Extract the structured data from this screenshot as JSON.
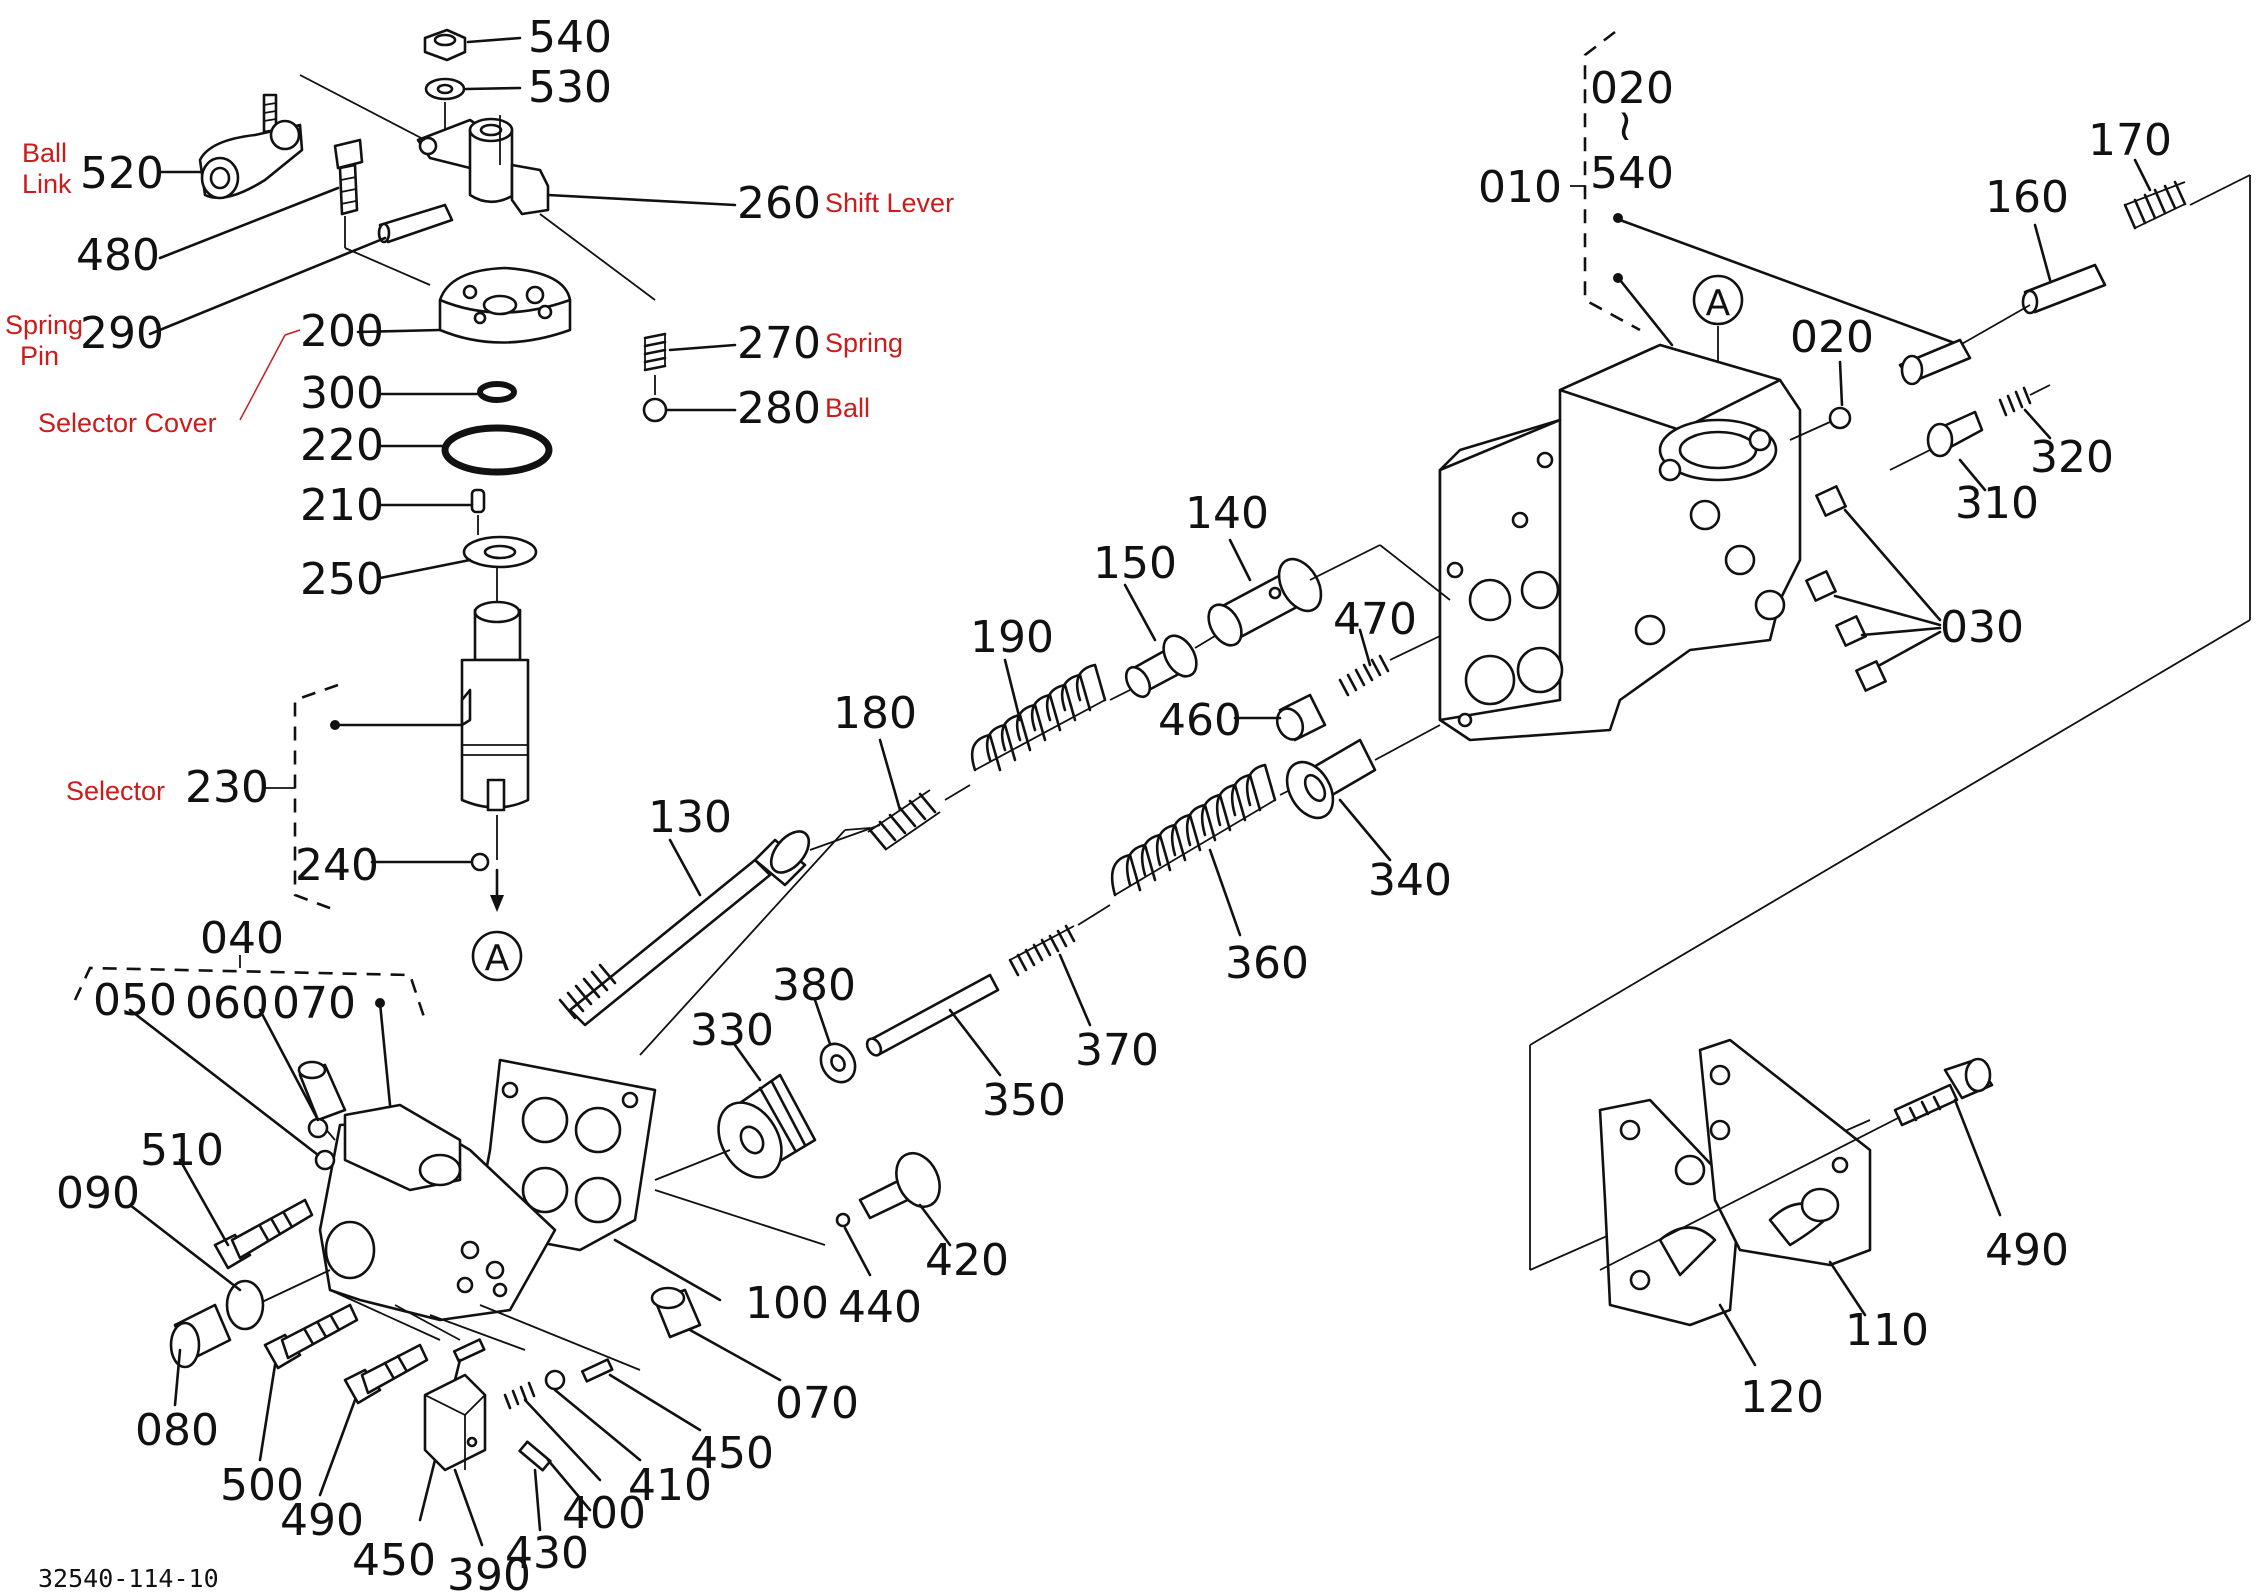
{
  "drawing_code": "32540-114-10",
  "part_numbers": {
    "p540": "540",
    "p530": "530",
    "p520": "520",
    "p480": "480",
    "p290": "290",
    "p260": "260",
    "p200": "200",
    "p270": "270",
    "p280": "280",
    "p300": "300",
    "p220": "220",
    "p210": "210",
    "p250": "250",
    "p230": "230",
    "p240": "240",
    "p010": "010",
    "p020_top": "020",
    "p540_right": "540",
    "p170": "170",
    "p160": "160",
    "p020": "020",
    "p320": "320",
    "p310": "310",
    "p030": "030",
    "p140": "140",
    "p150": "150",
    "p470": "470",
    "p190": "190",
    "p460": "460",
    "p180": "180",
    "p130": "130",
    "p340": "340",
    "p360": "360",
    "p380": "380",
    "p330": "330",
    "p370": "370",
    "p350": "350",
    "p040": "040",
    "p050": "050",
    "p060": "060",
    "p070_top": "070",
    "p510": "510",
    "p090": "090",
    "p080": "080",
    "p500": "500",
    "p490_left": "490",
    "p450_a": "450",
    "p390": "390",
    "p430": "430",
    "p400": "400",
    "p410": "410",
    "p450_b": "450",
    "p100": "100",
    "p440": "440",
    "p420": "420",
    "p070_bottom": "070",
    "p120": "120",
    "p110": "110",
    "p490_right": "490"
  },
  "callouts": {
    "a_top": "A",
    "a_bottom": "A"
  },
  "notes": {
    "ball_link_1": "Ball",
    "ball_link_2": "Link",
    "shift_lever": "Shift Lever",
    "spring_pin_1": "Spring",
    "spring_pin_2": "Pin",
    "selector_cover": "Selector Cover",
    "spring": "Spring",
    "ball": "Ball",
    "selector": "Selector"
  }
}
